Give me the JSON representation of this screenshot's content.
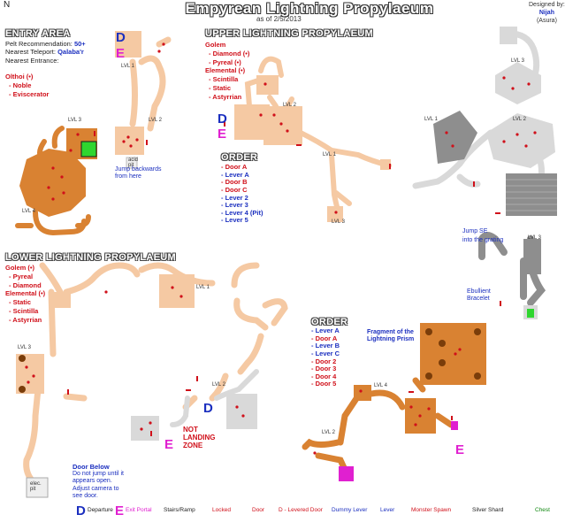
{
  "header": {
    "title": "Empyrean Lightning Propylaeum",
    "subtitle": "as of 2/5/2013",
    "credits_line1": "Designed by:",
    "credits_author": "Nijah",
    "credits_line2": "(Asura)",
    "compass": "N"
  },
  "entry": {
    "heading": "ENTRY AREA",
    "line1_label": "Pelt Recommendation:",
    "line1_value": "50+",
    "line2_label": "Nearest Teleport:",
    "line2_value": "Qalaba'r",
    "line3": "Nearest Entrance:",
    "boss": "Olthoi (•)",
    "boss_items": [
      "- Noble",
      "- Eviscerator"
    ]
  },
  "upper": {
    "heading": "UPPER LIGHTNING PROPYLAEUM",
    "golem": "Golem",
    "golem_items": [
      "- Diamond (•)",
      "- Pyreal (•)"
    ],
    "elemental": "Elemental (•)",
    "elemental_items": [
      "- Scintilla",
      "- Static",
      "- Astyrrian"
    ],
    "order_title": "ORDER",
    "order_items": [
      "- Door A",
      "- Lever A",
      "- Door B",
      "- Door C",
      "- Lever 2",
      "- Lever 3",
      "- Lever 4 (Pit)",
      "- Lever 5"
    ]
  },
  "lower": {
    "heading": "LOWER LIGHTNING PROPYLAEUM",
    "golem": "Golem (•)",
    "golem_items": [
      "- Pyreal",
      "- Diamond"
    ],
    "elemental": "Elemental (•)",
    "elemental_items": [
      "- Static",
      "- Scintilla",
      "- Astyrrian"
    ],
    "order_title": "ORDER",
    "order_items": [
      "- Lever A",
      "- Door A",
      "- Lever B",
      "- Lever C",
      "- Door 2",
      "- Door 3",
      "- Door 4",
      "- Door 5"
    ]
  },
  "labels": {
    "D": "D",
    "E": "E",
    "acid_pit": "acid\npit",
    "jump_back": "Jump backwards\nfrom here",
    "jump_se": "Jump SE",
    "jump_se2": "into the grating",
    "ebullient": "Ebullient\nBracelet",
    "fragment": "Fragment of the\nLightning Prism",
    "not_landing": "NOT\nLANDING\nZONE",
    "door_below": "Door Below",
    "door_below_text": "Do not jump until it\nappears open.\nAdjust camera to\nsee door.",
    "elec_pit": "elec.\npit",
    "lvl1": "LVL 1",
    "lvl2": "LVL 2",
    "lvl3": "LVL 3",
    "lvl4": "LVL 4"
  },
  "legend": {
    "departure": "Departure",
    "exit": "Exit Portal",
    "stairs": "Stairs/Ramp",
    "locked": "Locked",
    "door": "Door",
    "levered": "D - Levered Door",
    "dummy": "Dummy Lever",
    "lever": "Lever",
    "spawn": "Monster Spawn",
    "shard": "Silver Shard",
    "chest": "Chest"
  },
  "colors": {
    "orange": "#d98232",
    "light_orange": "#f5c9a3",
    "gray": "#8e8e8e",
    "light_gray": "#d9d9d9",
    "red": "#d0101a",
    "blue": "#1b2fbf",
    "magenta": "#e020d0"
  }
}
